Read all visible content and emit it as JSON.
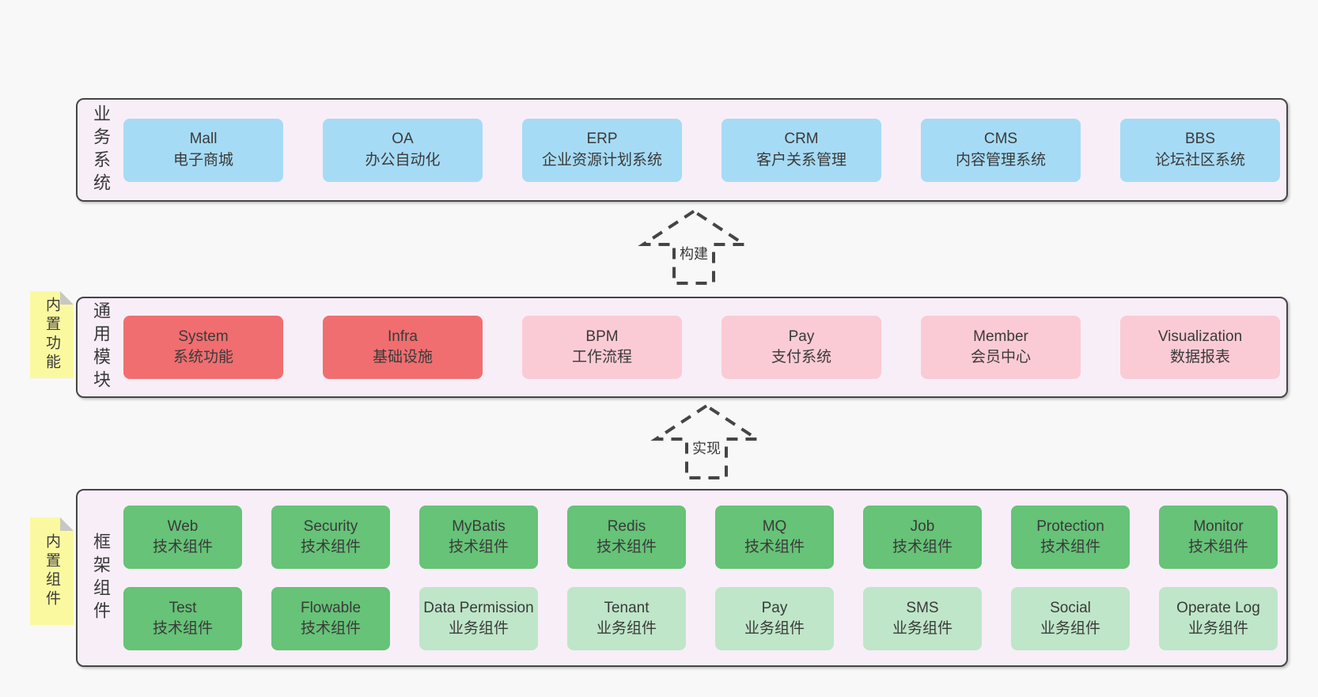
{
  "diagram": {
    "colors": {
      "page_bg": "#f8f8f8",
      "layer_bg": "#f8eef8",
      "layer_border": "#454545",
      "blue": "#a6dbf5",
      "red": "#f06e70",
      "pink": "#fbcbd5",
      "green": "#66c377",
      "lightgreen": "#bfe6c9",
      "note_bg": "#fbf9a0",
      "note_fold": "#c9c7c2",
      "text": "#3a3a3a"
    },
    "layers": [
      {
        "id": "business-systems",
        "title": "业务系统",
        "rows": [
          [
            {
              "name": "Mall",
              "desc": "电子商城",
              "variant": "blue"
            },
            {
              "name": "OA",
              "desc": "办公自动化",
              "variant": "blue"
            },
            {
              "name": "ERP",
              "desc": "企业资源计划系统",
              "variant": "blue"
            },
            {
              "name": "CRM",
              "desc": "客户关系管理",
              "variant": "blue"
            },
            {
              "name": "CMS",
              "desc": "内容管理系统",
              "variant": "blue"
            },
            {
              "name": "BBS",
              "desc": "论坛社区系统",
              "variant": "blue"
            }
          ]
        ]
      },
      {
        "id": "common-modules",
        "title": "通用模块",
        "sticky_note": "内置功能",
        "rows": [
          [
            {
              "name": "System",
              "desc": "系统功能",
              "variant": "red"
            },
            {
              "name": "Infra",
              "desc": "基础设施",
              "variant": "red"
            },
            {
              "name": "BPM",
              "desc": "工作流程",
              "variant": "pink"
            },
            {
              "name": "Pay",
              "desc": "支付系统",
              "variant": "pink"
            },
            {
              "name": "Member",
              "desc": "会员中心",
              "variant": "pink"
            },
            {
              "name": "Visualization",
              "desc": "数据报表",
              "variant": "pink"
            }
          ]
        ]
      },
      {
        "id": "framework-components",
        "title": "框架组件",
        "sticky_note": "内置组件",
        "rows": [
          [
            {
              "name": "Web",
              "desc": "技术组件",
              "variant": "green"
            },
            {
              "name": "Security",
              "desc": "技术组件",
              "variant": "green"
            },
            {
              "name": "MyBatis",
              "desc": "技术组件",
              "variant": "green"
            },
            {
              "name": "Redis",
              "desc": "技术组件",
              "variant": "green"
            },
            {
              "name": "MQ",
              "desc": "技术组件",
              "variant": "green"
            },
            {
              "name": "Job",
              "desc": "技术组件",
              "variant": "green"
            },
            {
              "name": "Protection",
              "desc": "技术组件",
              "variant": "green"
            },
            {
              "name": "Monitor",
              "desc": "技术组件",
              "variant": "green"
            }
          ],
          [
            {
              "name": "Test",
              "desc": "技术组件",
              "variant": "green"
            },
            {
              "name": "Flowable",
              "desc": "技术组件",
              "variant": "green"
            },
            {
              "name": "Data Permission",
              "desc": "业务组件",
              "variant": "lightgreen"
            },
            {
              "name": "Tenant",
              "desc": "业务组件",
              "variant": "lightgreen"
            },
            {
              "name": "Pay",
              "desc": "业务组件",
              "variant": "lightgreen"
            },
            {
              "name": "SMS",
              "desc": "业务组件",
              "variant": "lightgreen"
            },
            {
              "name": "Social",
              "desc": "业务组件",
              "variant": "lightgreen"
            },
            {
              "name": "Operate Log",
              "desc": "业务组件",
              "variant": "lightgreen"
            }
          ]
        ]
      }
    ],
    "arrows": [
      {
        "label": "构建"
      },
      {
        "label": "实现"
      }
    ]
  }
}
